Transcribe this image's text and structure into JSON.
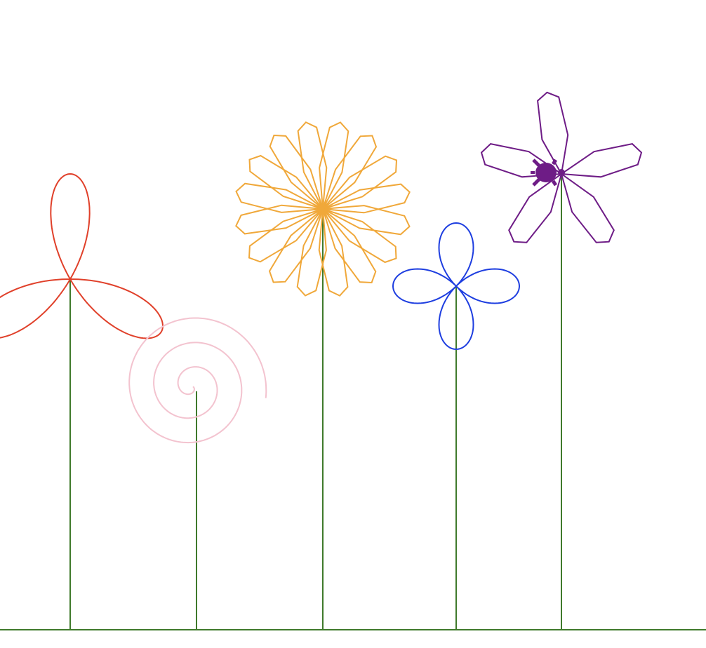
{
  "canvas": {
    "background": "#ffffff"
  },
  "colors": {
    "ground": "#3f7a2b",
    "stem": "#3f7a2b",
    "red_flower": "#e0402a",
    "spiral": "#f3c3cf",
    "daisy": "#f0a83a",
    "blue_flower": "#1e3ee0",
    "purple_flower": "#6e1c86",
    "turtle": "#6e1c86"
  },
  "flowers": [
    {
      "name": "red-trefoil-flower",
      "kind": "three-petal-rose",
      "petals": 3,
      "color_key": "red_flower"
    },
    {
      "name": "pink-spiral",
      "kind": "spiral",
      "turns": 3,
      "color_key": "spiral"
    },
    {
      "name": "orange-daisy-flower",
      "kind": "pointed-star-petals",
      "petals": 16,
      "color_key": "daisy"
    },
    {
      "name": "blue-four-petal-flower",
      "kind": "four-petal-rose",
      "petals": 4,
      "color_key": "blue_flower"
    },
    {
      "name": "purple-five-petal-flower",
      "kind": "pointed-petals",
      "petals": 5,
      "color_key": "purple_flower"
    }
  ],
  "turtle": {
    "icon": "turtle-icon",
    "heading": "right",
    "color_key": "turtle"
  }
}
